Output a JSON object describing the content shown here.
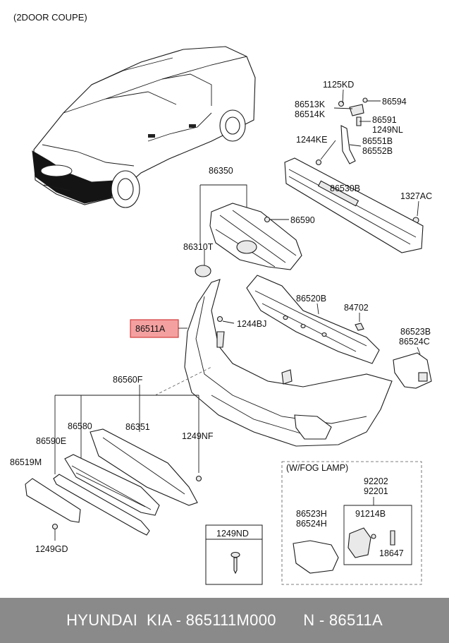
{
  "header_note": "(2DOOR COUPE)",
  "labels": {
    "p1125KD": "1125KD",
    "p86594": "86594",
    "p86513K": "86513K",
    "p86514K": "86514K",
    "p86591": "86591",
    "p1249NL": "1249NL",
    "p1244KE": "1244KE",
    "p86551B": "86551B",
    "p86552B": "86552B",
    "p86350": "86350",
    "p86530B": "86530B",
    "p1327AC": "1327AC",
    "p86590": "86590",
    "p86310T": "86310T",
    "p86520B": "86520B",
    "p84702": "84702",
    "p86511A": "86511A",
    "p1244BJ": "1244BJ",
    "p86523B": "86523B",
    "p86524C": "86524C",
    "p86560F": "86560F",
    "p86580": "86580",
    "p86351": "86351",
    "p86590E": "86590E",
    "p1249NF": "1249NF",
    "p86519M": "86519M",
    "p1249GD": "1249GD",
    "p1249ND": "1249ND"
  },
  "fog_box": {
    "title": "(W/FOG LAMP)",
    "p92202": "92202",
    "p92201": "92201",
    "p91214B": "91214B",
    "p86523H": "86523H",
    "p86524H": "86524H",
    "p18647": "18647"
  },
  "footer": {
    "text": "HYUNDAI  KIA - 865111M000      N - 86511A"
  },
  "colors": {
    "highlight_fill": "#f4a0a0",
    "highlight_stroke": "#d23c3c",
    "footer_bg": "#8a8a8a"
  }
}
